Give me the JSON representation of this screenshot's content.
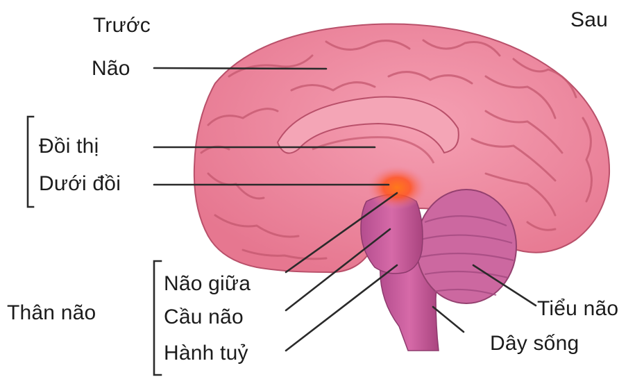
{
  "orientation": {
    "front": "Trước",
    "back": "Sau"
  },
  "labels": {
    "brain": "Não",
    "thalamus": "Đồi thị",
    "hypothalamus": "Dưới đồi",
    "midbrain": "Não  giữa",
    "pons": "Cầu não",
    "medulla": "Hành tuỷ",
    "brainstem": "Thân não",
    "cerebellum": "Tiểu não",
    "spinal_cord": "Dây sống"
  },
  "colors": {
    "cortex": "#f0869f",
    "cortex_dark": "#c9566f",
    "brainstem": "#c25a9c",
    "cerebellum": "#c8649d",
    "hypothalamus_glow": "#ff5a1e",
    "leader_lines": "#2a2a2a"
  }
}
